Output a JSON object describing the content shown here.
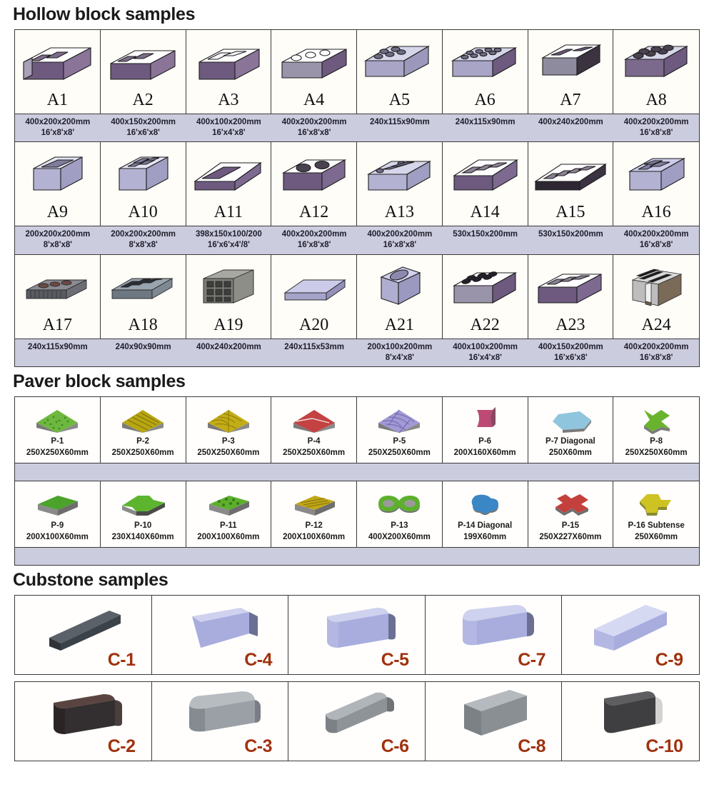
{
  "sections": {
    "hollow": {
      "title": "Hollow block samples",
      "band_color": "#ccccdf",
      "items": [
        {
          "code": "A1",
          "size": "400x200x200mm",
          "imperial": "16'x8'x8'",
          "art": "hollow-2cell"
        },
        {
          "code": "A2",
          "size": "400x150x200mm",
          "imperial": "16'x6'x8'",
          "art": "hollow-2cell-narrow"
        },
        {
          "code": "A3",
          "size": "400x100x200mm",
          "imperial": "16'x4'x8'",
          "art": "hollow-slot"
        },
        {
          "code": "A4",
          "size": "400x200x200mm",
          "imperial": "16'x8'x8'",
          "art": "hollow-3cell"
        },
        {
          "code": "A5",
          "size": "240x115x90mm",
          "imperial": "",
          "art": "hollow-multi-round"
        },
        {
          "code": "A6",
          "size": "240x115x90mm",
          "imperial": "",
          "art": "hollow-grid-top"
        },
        {
          "code": "A7",
          "size": "400x240x200mm",
          "imperial": "",
          "art": "hollow-open-end"
        },
        {
          "code": "A8",
          "size": "400x200x200mm",
          "imperial": "16'x8'x8'",
          "art": "hollow-6round"
        },
        {
          "code": "A9",
          "size": "200x200x200mm",
          "imperial": "8'x8'x8'",
          "art": "hollow-single-cell"
        },
        {
          "code": "A10",
          "size": "200x200x200mm",
          "imperial": "8'x8'x8'",
          "art": "hollow-4cell"
        },
        {
          "code": "A11",
          "size": "398x150x100/200",
          "imperial": "16'x6'x4'/8'",
          "art": "hollow-lintel"
        },
        {
          "code": "A12",
          "size": "400x200x200mm",
          "imperial": "16'x8'x8'",
          "art": "hollow-2round"
        },
        {
          "code": "A13",
          "size": "400x200x200mm",
          "imperial": "16'x8'x8'",
          "art": "hollow-slot-round"
        },
        {
          "code": "A14",
          "size": "530x150x200mm",
          "imperial": "",
          "art": "hollow-3cell-long"
        },
        {
          "code": "A15",
          "size": "530x150x200mm",
          "imperial": "",
          "art": "hollow-4cell-long"
        },
        {
          "code": "A16",
          "size": "400x200x200mm",
          "imperial": "16'x8'x8'",
          "art": "hollow-3cell-deep"
        },
        {
          "code": "A17",
          "size": "240x115x90mm",
          "imperial": "",
          "art": "brick-ribbed"
        },
        {
          "code": "A18",
          "size": "240x90x90mm",
          "imperial": "",
          "art": "brick-6hole"
        },
        {
          "code": "A19",
          "size": "400x240x200mm",
          "imperial": "",
          "art": "block-9cell"
        },
        {
          "code": "A20",
          "size": "240x115x53mm",
          "imperial": "",
          "art": "solid-wedge"
        },
        {
          "code": "A21",
          "size": "200x100x200mm",
          "imperial": "8'x4'x8'",
          "art": "corner-block"
        },
        {
          "code": "A22",
          "size": "400x100x200mm",
          "imperial": "16'x4'x8'",
          "art": "block-6oval"
        },
        {
          "code": "A23",
          "size": "400x150x200mm",
          "imperial": "16'x6'x8'",
          "art": "block-3cell-open"
        },
        {
          "code": "A24",
          "size": "400x200x200mm",
          "imperial": "16'x8'x8'",
          "art": "block-concrete-real"
        }
      ]
    },
    "paver": {
      "title": "Paver block samples",
      "band_color": "#ccccdf",
      "items": [
        {
          "code": "P-1",
          "size": "250X250X60mm",
          "color": "#56a832",
          "art": "paver-square-dots"
        },
        {
          "code": "P-2",
          "size": "250X250X60mm",
          "color": "#b8a613",
          "art": "paver-square-lines"
        },
        {
          "code": "P-3",
          "size": "250X250X60mm",
          "color": "#c4ac16",
          "art": "paver-square-web"
        },
        {
          "code": "P-4",
          "size": "250X250X60mm",
          "color": "#c44242",
          "art": "paver-square-diag"
        },
        {
          "code": "P-5",
          "size": "250X250X60mm",
          "color": "#a29ad6",
          "art": "paver-square-fan"
        },
        {
          "code": "P-6",
          "size": "200X160X60mm",
          "color": "#bc4a75",
          "art": "paver-bone"
        },
        {
          "code": "P-7 Diagonal",
          "size": "250X60mm",
          "color": "#8fc6dd",
          "art": "paver-hexagon"
        },
        {
          "code": "P-8",
          "size": "250X250X60mm",
          "color": "#6ab32e",
          "art": "paver-cross"
        },
        {
          "code": "P-9",
          "size": "200X100X60mm",
          "color": "#4ba32b",
          "art": "paver-rect"
        },
        {
          "code": "P-10",
          "size": "230X140X60mm",
          "color": "#5db52f",
          "art": "paver-zigzag"
        },
        {
          "code": "P-11",
          "size": "200X100X60mm",
          "color": "#5cb02c",
          "art": "paver-rect-dots"
        },
        {
          "code": "P-12",
          "size": "200X100X60mm",
          "color": "#c2a718",
          "art": "paver-rect-lines"
        },
        {
          "code": "P-13",
          "size": "400X200X60mm",
          "color": "#5cb02c",
          "art": "paver-figure8"
        },
        {
          "code": "P-14 Diagonal",
          "size": "199X60mm",
          "color": "#3b86c4",
          "art": "paver-wave"
        },
        {
          "code": "P-15",
          "size": "250X227X60mm",
          "color": "#c4403c",
          "art": "paver-interlock"
        },
        {
          "code": "P-16  Subtense",
          "size": "250X60mm",
          "color": "#cdc423",
          "art": "paver-trefoil"
        }
      ]
    },
    "cubstone": {
      "title": "Cubstone samples",
      "label_color": "#a0320f",
      "items": [
        {
          "code": "C-1",
          "art": "kerb-long-dark",
          "tone": "#4e545c"
        },
        {
          "code": "C-4",
          "art": "kerb-bevel",
          "tone": "#a8adde"
        },
        {
          "code": "C-5",
          "art": "kerb-flat-round",
          "tone": "#a8adde"
        },
        {
          "code": "C-7",
          "art": "kerb-bullnose",
          "tone": "#a8adde"
        },
        {
          "code": "C-9",
          "art": "kerb-slope",
          "tone": "#b9bde6"
        },
        {
          "code": "C-2",
          "art": "kerb-dark-flat",
          "tone": "#332f30"
        },
        {
          "code": "C-3",
          "art": "kerb-grey-round",
          "tone": "#9aa0a6"
        },
        {
          "code": "C-6",
          "art": "kerb-grey-bar",
          "tone": "#8e9398"
        },
        {
          "code": "C-8",
          "art": "kerb-grey-block",
          "tone": "#8a8f94"
        },
        {
          "code": "C-10",
          "art": "kerb-dark-cube",
          "tone": "#3f3f41"
        }
      ]
    }
  }
}
